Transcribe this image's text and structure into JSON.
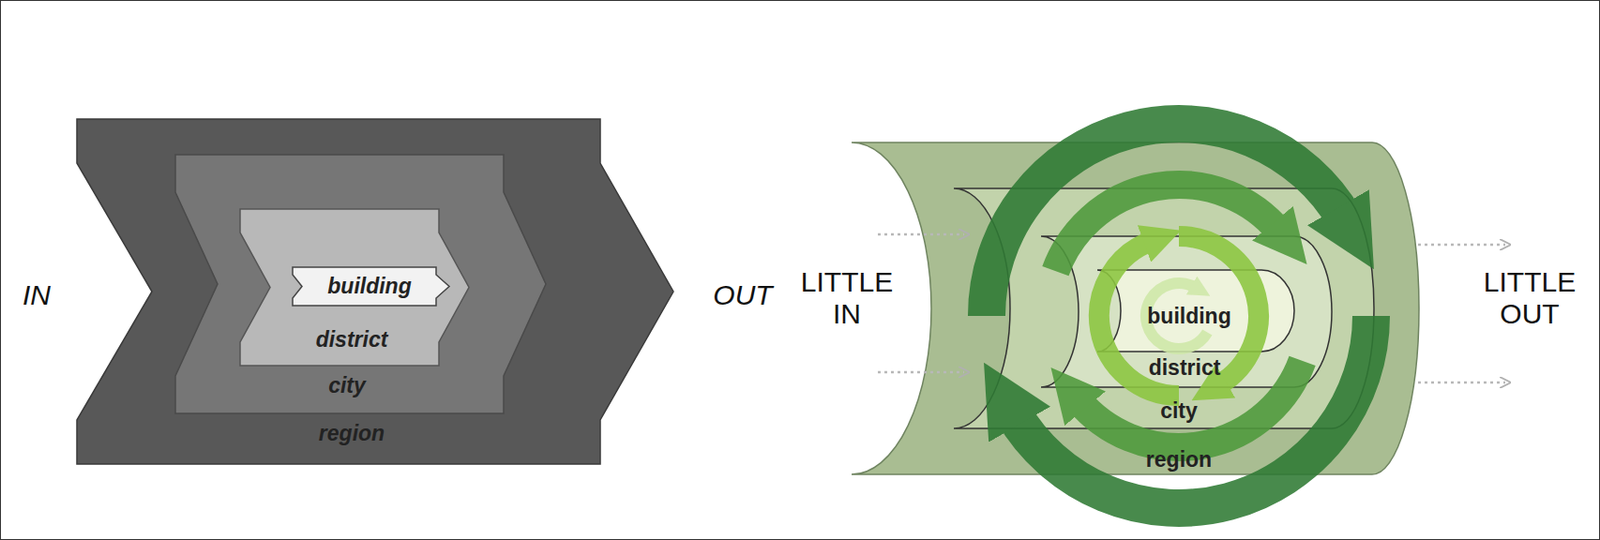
{
  "diagram": {
    "nodes": [
      {
        "text": [
          "region"
        ]
      },
      {
        "text": [
          "city"
        ],
        "in": 0
      },
      {
        "text": [
          "district"
        ],
        "in": 1
      },
      {
        "text": [
          "building"
        ],
        "in": 2
      },
      {
        "text": [
          "region"
        ]
      },
      {
        "text": [
          "city"
        ],
        "in": 4
      },
      {
        "text": [
          "district"
        ],
        "in": 5
      },
      {
        "text": [
          "building"
        ],
        "in": 6
      }
    ],
    "labels": [
      "IN",
      "OUT",
      "LITTLE IN",
      "LITTLE OUT"
    ]
  }
}
